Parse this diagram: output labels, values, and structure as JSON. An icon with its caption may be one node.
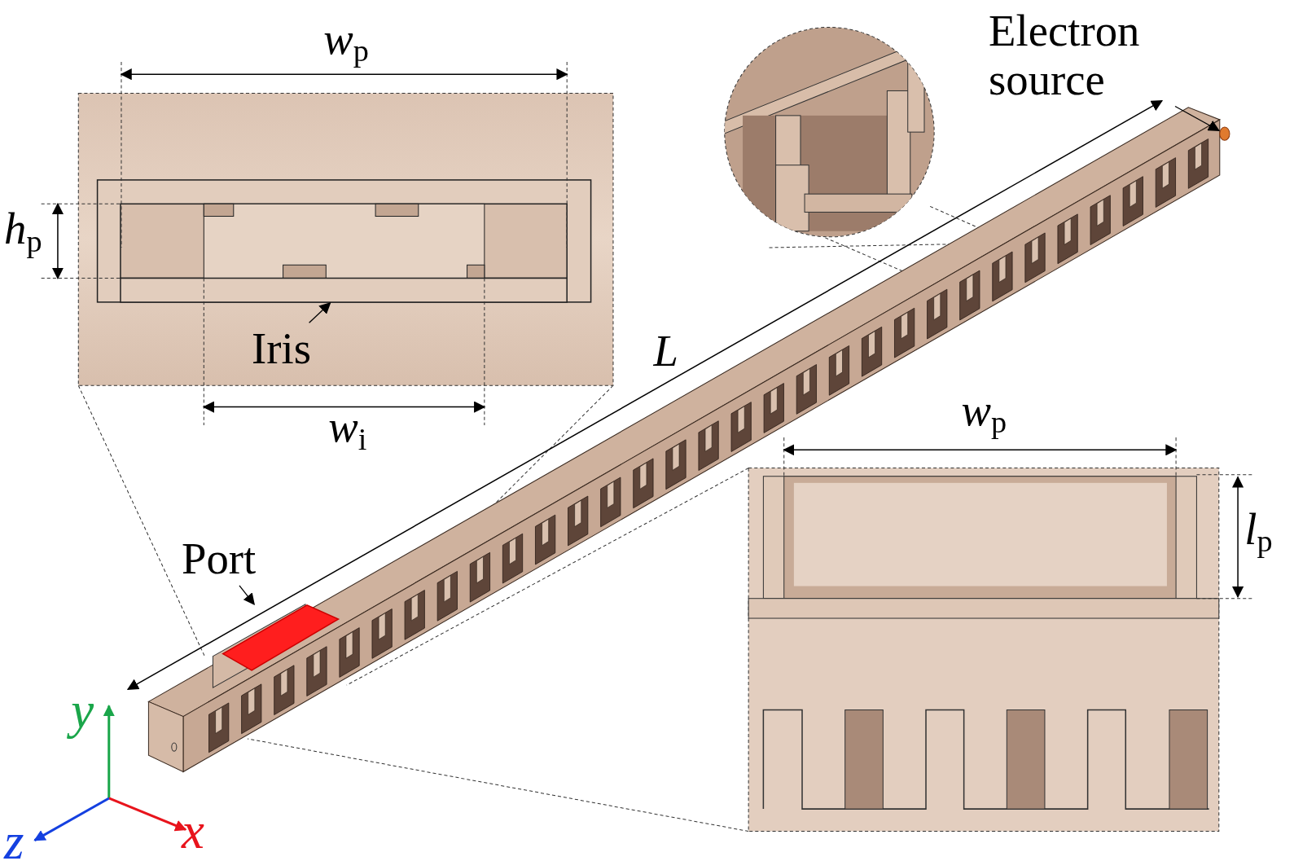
{
  "diagram": {
    "nodes": [
      {
        "text": [
          "Iris"
        ]
      },
      {
        "text": [],
        "shape": "box"
      },
      {
        "text": [
          "Port"
        ]
      },
      {
        "text": [],
        "shape": "box"
      },
      {
        "text": [
          "Electron source"
        ]
      },
      {
        "text": [],
        "shape": "circle"
      }
    ],
    "edges": [
      {
        "from": 0,
        "to": 1,
        "arrow": "to"
      },
      {
        "from": 2,
        "to": 3,
        "arrow": "to"
      },
      {
        "from": 4,
        "to": 5,
        "arrow": "to"
      }
    ],
    "labels": [
      "*w*$_{p}$",
      "*h*$_{p}$",
      "*w*$_{i}$",
      "*L*",
      "*w*$_{p}$",
      "*l*$_{p}$",
      "*y*",
      "*z*",
      "*x*"
    ]
  }
}
